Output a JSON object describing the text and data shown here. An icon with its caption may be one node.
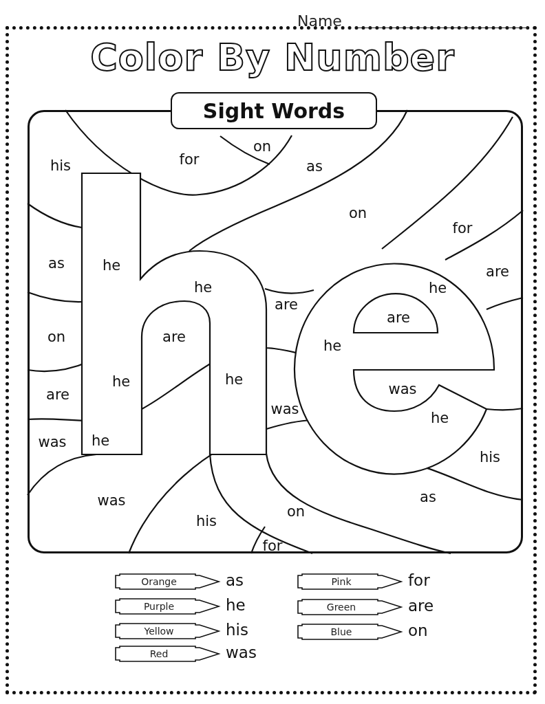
{
  "diagram": {
    "title": "Color By Number",
    "nodes": [
      {
        "text": [
          "Sight Words"
        ]
      },
      {
        "text": [
          "Orange"
        ],
        "beside": [
          "as"
        ]
      },
      {
        "text": [
          "Purple"
        ],
        "beside": [
          "he"
        ]
      },
      {
        "text": [
          "Yellow"
        ],
        "beside": [
          "his"
        ]
      },
      {
        "text": [
          "Red"
        ],
        "beside": [
          "was"
        ]
      },
      {
        "text": [
          "Pink"
        ],
        "beside": [
          "for"
        ]
      },
      {
        "text": [
          "Green"
        ],
        "beside": [
          "are"
        ]
      },
      {
        "text": [
          "Blue"
        ],
        "beside": [
          "on"
        ]
      }
    ],
    "labels": [
      "Name",
      "on",
      "for",
      "his",
      "as",
      "on",
      "for",
      "as",
      "he",
      "are",
      "he",
      "he",
      "are",
      "are",
      "on",
      "are",
      "he",
      "he",
      "he",
      "are",
      "was",
      "was",
      "he",
      "he",
      "was",
      "his",
      "as",
      "was",
      "on",
      "his",
      "for"
    ]
  }
}
